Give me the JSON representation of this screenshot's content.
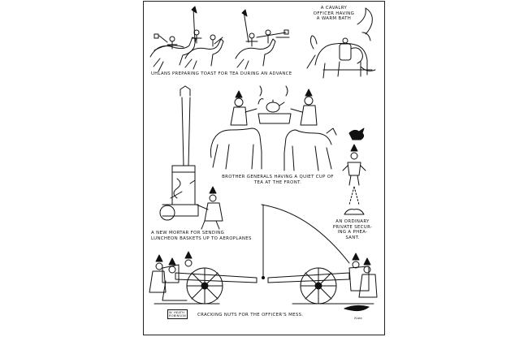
{
  "captions": {
    "uhlans": "UHLANS PREPARING TOAST FOR TEA DURING AN ADVANCE",
    "cavalry_line1": "A CAVALRY",
    "cavalry_line2": "OFFICER HAVING",
    "cavalry_line3": "A WARM BATH",
    "generals_line1": "BROTHER GENERALS HAVING A QUIET CUP OF",
    "generals_line2": "TEA AT THE FRONT.",
    "mortar_line1": "A NEW MORTAR FOR SENDING",
    "mortar_line2": "LUNCHEON BASKETS UP TO AEROPLANES",
    "private_line1": "AN ORDINARY",
    "private_line2": "PRIVATE SECUR-",
    "private_line3": "ING A PHEA-",
    "private_line4": "SANT.",
    "nuts": "CRACKING NUTS FOR THE OFFICER'S MESS."
  },
  "signature": {
    "line1": "W. HEATH",
    "line2": "ROBINSON"
  },
  "signature_mark": "Nuts",
  "colors": {
    "ink": "#111111",
    "paper": "#ffffff"
  }
}
